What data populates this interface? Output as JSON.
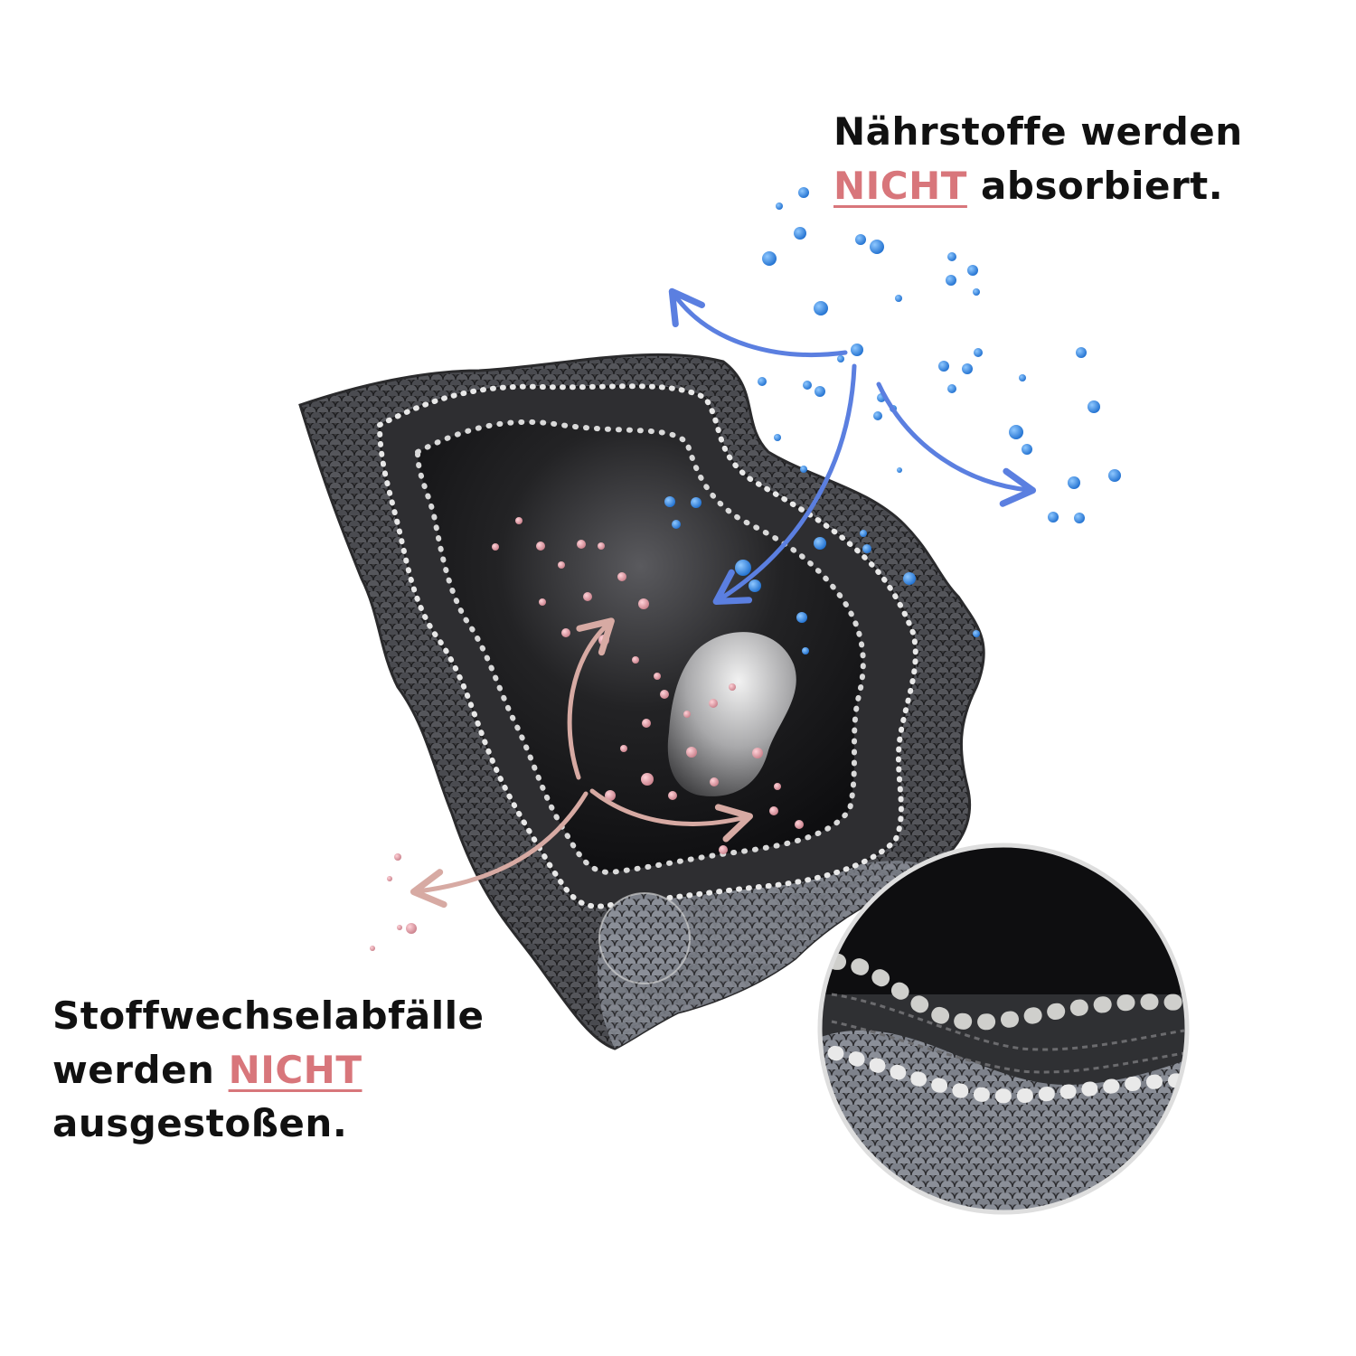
{
  "nutrients_caption": {
    "line1": "Nährstoffe werden",
    "emphasis": "NICHT",
    "rest": "absorbiert."
  },
  "waste_caption": {
    "line1": "Stoffwechselabfälle",
    "line2_prefix": "werden",
    "emphasis": "NICHT",
    "line3": "ausgestoßen."
  },
  "colors": {
    "emphasis": "#d8767b",
    "nutrient_arrow": "#5b7fe0",
    "nutrient_particle": "#2f7fd6",
    "waste_arrow": "#d7aaa3",
    "waste_particle": "#e3a1ab",
    "membrane_dark": "#3d3d3f",
    "cytoplasm": "#1a1a1c"
  },
  "icons": [
    "cell-membrane-illustration",
    "nucleus",
    "zoom-lens-membrane-detail",
    "nutrient-particles",
    "waste-particles"
  ]
}
